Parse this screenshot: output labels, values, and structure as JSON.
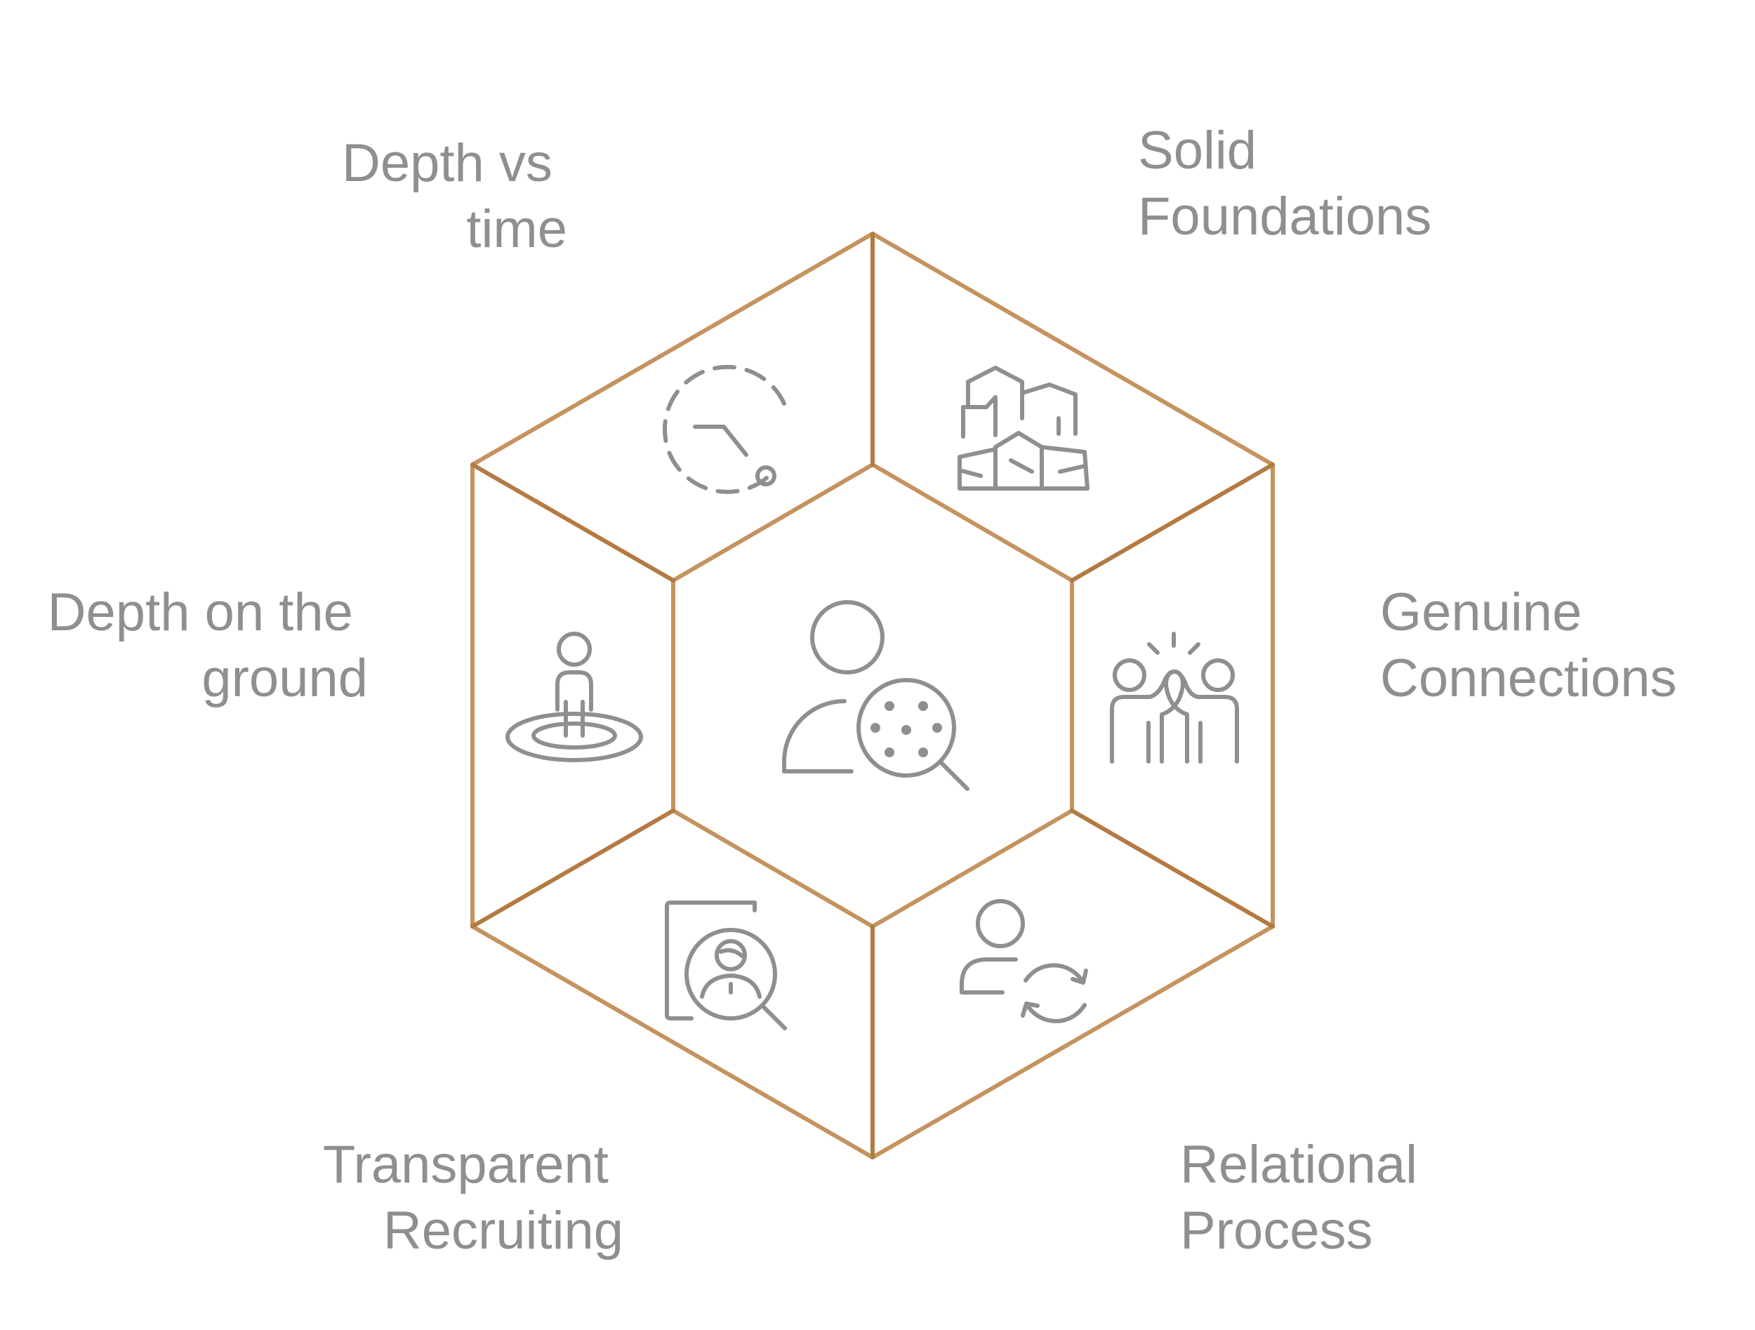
{
  "center": {
    "icon": "user-search-icon"
  },
  "segments": [
    {
      "id": "depth-vs-time",
      "label_lines": [
        "Depth vs",
        "time"
      ],
      "icon": "dashed-clock-icon"
    },
    {
      "id": "solid-foundations",
      "label_lines": [
        "Solid",
        "Foundations"
      ],
      "icon": "buildings-icon"
    },
    {
      "id": "genuine-connections",
      "label_lines": [
        "Genuine",
        "Connections"
      ],
      "icon": "high-five-icon"
    },
    {
      "id": "relational-process",
      "label_lines": [
        "Relational",
        "Process"
      ],
      "icon": "user-refresh-icon"
    },
    {
      "id": "transparent-recruiting",
      "label_lines": [
        "Transparent",
        "Recruiting"
      ],
      "icon": "profile-search-icon"
    },
    {
      "id": "depth-on-the-ground",
      "label_lines": [
        "Depth on the",
        "ground"
      ],
      "icon": "person-on-target-icon"
    }
  ],
  "colors": {
    "hex_stroke_light": "#c4935f",
    "hex_stroke_dark": "#b37a42",
    "icon_stroke": "#8f8f8f",
    "label_text": "#8f8f8f",
    "background": "#ffffff"
  }
}
